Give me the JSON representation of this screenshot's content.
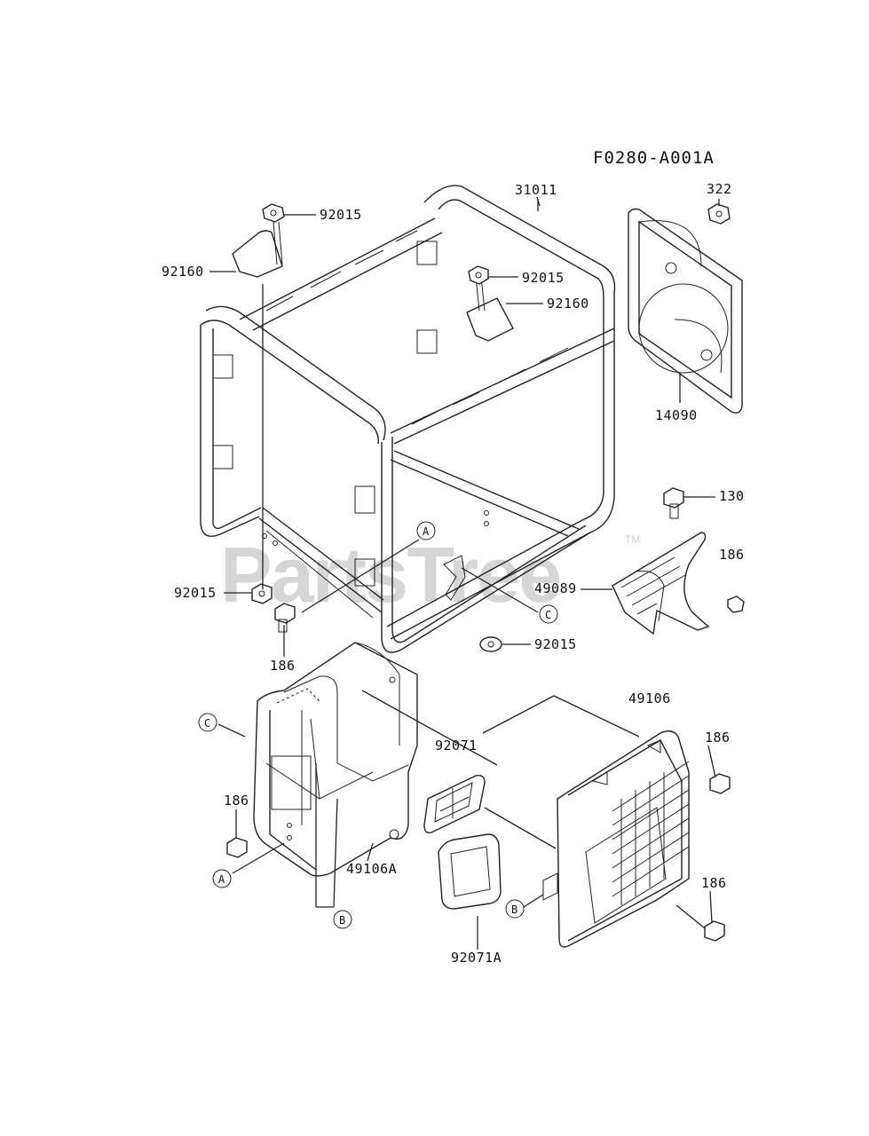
{
  "diagram": {
    "diagram_id": "F0280-A001A",
    "watermark": "PartsTree",
    "watermark_tm": "TM",
    "labels": {
      "frame": "31011",
      "nut_top_left": "92015",
      "bracket_top_left": "92160",
      "nut_mid": "92015",
      "bracket_mid": "92160",
      "nut_322": "322",
      "cover_14090": "14090",
      "bolt_130": "130",
      "bolt_186_right": "186",
      "cover_49089": "49089",
      "nut_bottom_left": "92015",
      "bolt_186_left": "186",
      "nut_bottom_mid": "92015",
      "muffler_49106": "49106",
      "bolt_186_r1": "186",
      "bolt_186_r2": "186",
      "gasket_92071": "92071",
      "bolt_186_l2": "186",
      "cover_49106A": "49106A",
      "gasket_92071A": "92071A"
    },
    "refs": {
      "a_top": "A",
      "c_mid": "C",
      "c_left": "C",
      "a_left": "A",
      "b_left": "B",
      "b_right": "B"
    }
  }
}
